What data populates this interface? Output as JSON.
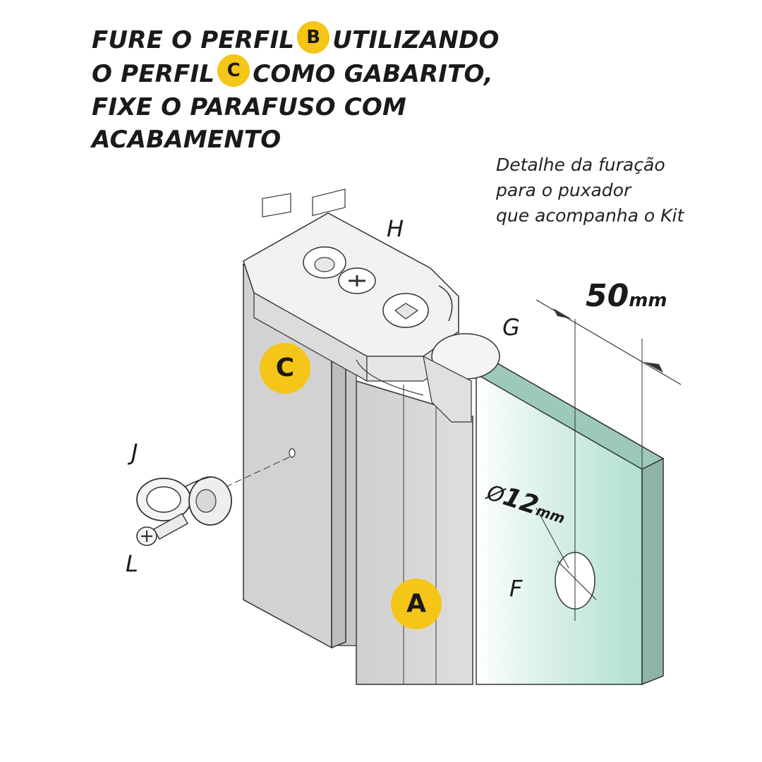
{
  "title": {
    "line1_part1": "FURE O PERFIL",
    "line1_badge": "B",
    "line1_part2": "UTILIZANDO",
    "line2_part1": "O PERFIL",
    "line2_badge": "C",
    "line2_part2": "COMO GABARITO,",
    "line3": "FIXE O PARAFUSO COM",
    "line4": "ACABAMENTO"
  },
  "detail_note": {
    "line1": "Detalhe da furação",
    "line2": "para o puxador",
    "line3": "que acompanha o Kit"
  },
  "labels": {
    "a": "A",
    "c": "C",
    "f": "F",
    "g": "G",
    "h": "H",
    "j": "J",
    "l": "L"
  },
  "dimensions": {
    "width_value": "50",
    "width_unit": "mm",
    "hole_symbol": "Ø",
    "hole_value": "12",
    "hole_unit": "mm"
  },
  "colors": {
    "badge": "#f5c518",
    "profile": "#d4d4d4",
    "glass": "#bfe3d8",
    "glass_edge": "#8fb5a8",
    "outline": "#333333"
  }
}
